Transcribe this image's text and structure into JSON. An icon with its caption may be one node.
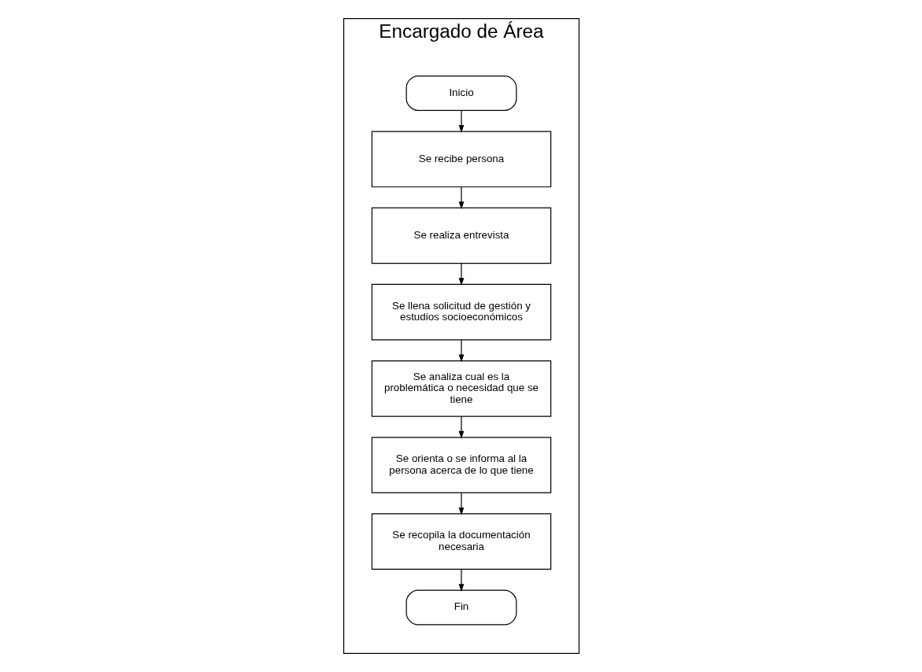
{
  "diagram": {
    "nodes": [
      {
        "text": [
          "Encargado de Área"
        ]
      },
      {
        "text": [
          "Inicio"
        ],
        "in": 0
      },
      {
        "text": [
          "Se recibe persona"
        ],
        "in": 0
      },
      {
        "text": [
          "Se realiza entrevista"
        ],
        "in": 0
      },
      {
        "text": [
          "Se llena solicitud de gestión y estudios socioeconómicos"
        ],
        "in": 0
      },
      {
        "text": [
          "Se analiza cual es la problemática o necesidad que se tiene"
        ],
        "in": 0
      },
      {
        "text": [
          "Se orienta o se informa al la persona acerca de lo que tiene"
        ],
        "in": 0
      },
      {
        "text": [
          "Se recopila la documentación necesaria"
        ],
        "in": 0
      },
      {
        "text": [
          "Fin"
        ],
        "in": 0
      }
    ],
    "edges": [
      {
        "from": 1,
        "to": 2,
        "arrow": "to"
      },
      {
        "from": 2,
        "to": 3,
        "arrow": "to"
      },
      {
        "from": 3,
        "to": 4,
        "arrow": "to"
      },
      {
        "from": 4,
        "to": 5,
        "arrow": "to"
      },
      {
        "from": 5,
        "to": 6,
        "arrow": "to"
      },
      {
        "from": 6,
        "to": 7,
        "arrow": "to"
      },
      {
        "from": 7,
        "to": 8,
        "arrow": "to"
      }
    ]
  }
}
